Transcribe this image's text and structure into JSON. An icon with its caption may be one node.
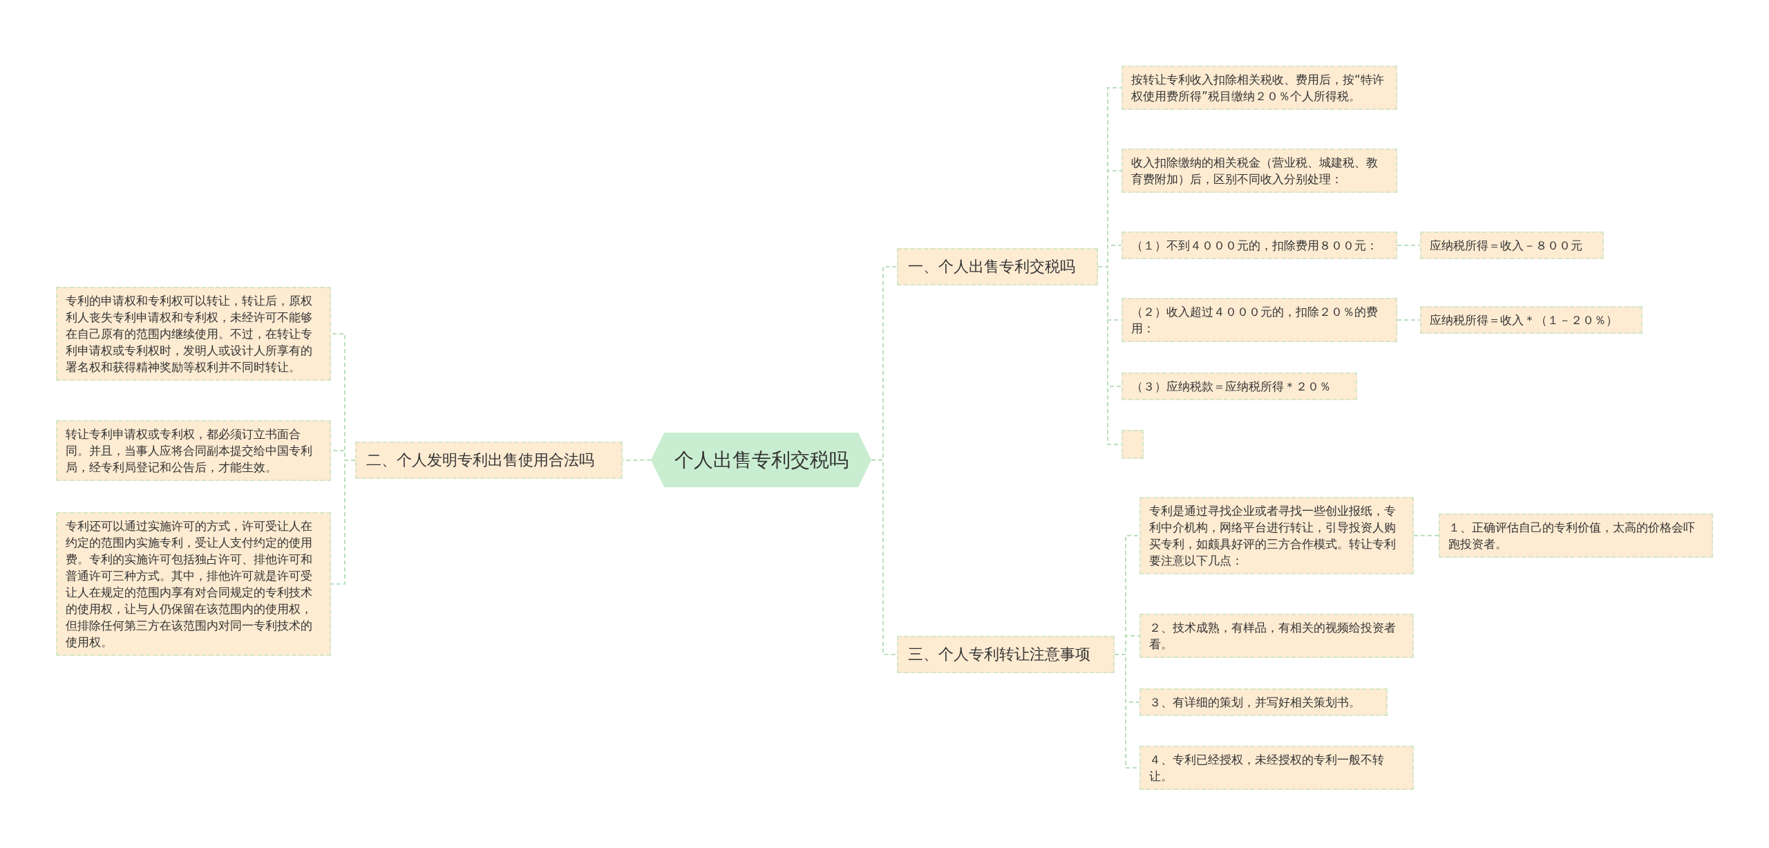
{
  "diagram": {
    "nodes": [
      {
        "text": [
          "个人出售专利交税吗"
        ]
      },
      {
        "text": [
          "一、个人出售专利交税吗"
        ]
      },
      {
        "text": [
          "按转让专利收入扣除相关税收、费用后，按“特许权使用费所得”税目缴纳２０％个人所得税。"
        ]
      },
      {
        "text": [
          "收入扣除缴纳的相关税金（营业税、城建税、教育费附加）后，区别不同收入分别处理："
        ]
      },
      {
        "text": [
          "（１）不到４０００元的，扣除费用８００元："
        ]
      },
      {
        "text": [
          "应纳税所得＝收入－８００元"
        ]
      },
      {
        "text": [
          "（２）收入超过４０００元的，扣除２０％的费用："
        ]
      },
      {
        "text": [
          "应纳税所得＝收入＊（１－２０％）"
        ]
      },
      {
        "text": [
          "（３）应纳税款＝应纳税所得＊２０％"
        ]
      },
      {
        "text": [],
        "shape": "box"
      },
      {
        "text": [
          "二、个人发明专利出售使用合法吗"
        ]
      },
      {
        "text": [
          "专利的申请权和专利权可以转让，转让后，原权利人丧失专利申请权和专利权，未经许可不能够在自己原有的范围内继续使用。不过，在转让专利申请权或专利权时，发明人或设计人所享有的署名权和获得精神奖励等权利并不同时转让。"
        ]
      },
      {
        "text": [
          "转让专利申请权或专利权，都必须订立书面合同。并且，当事人应将合同副本提交给中国专利局，经专利局登记和公告后，才能生效。"
        ]
      },
      {
        "text": [
          "专利还可以通过实施许可的方式，许可受让人在约定的范围内实施专利，受让人支付约定的使用费。专利的实施许可包括独占许可、排他许可和普通许可三种方式。其中，排他许可就是许可受让人在规定的范围内享有对合同规定的专利技术的使用权，让与人仍保留在该范围内的使用权，但排除任何第三方在该范围内对同一专利技术的使用权。"
        ]
      },
      {
        "text": [
          "三、个人专利转让注意事项"
        ]
      },
      {
        "text": [
          "专利是通过寻找企业或者寻找一些创业报纸，专利中介机构，网络平台进行转让，引导投资人购买专利，如颇具好评的三方合作模式。转让专利要注意以下几点："
        ]
      },
      {
        "text": [
          "１、正确评估自己的专利价值，太高的价格会吓跑投资者。"
        ]
      },
      {
        "text": [
          "２、技术成熟，有样品，有相关的视频给投资者看。"
        ]
      },
      {
        "text": [
          "３、有详细的策划，并写好相关策划书。"
        ]
      },
      {
        "text": [
          "４、专利已经授权，未经授权的专利一般不转让。"
        ]
      }
    ],
    "edges": [
      {
        "from": 0,
        "to": 1,
        "arrow": "none"
      },
      {
        "from": 1,
        "to": 2,
        "arrow": "none"
      },
      {
        "from": 1,
        "to": 3,
        "arrow": "none"
      },
      {
        "from": 1,
        "to": 4,
        "arrow": "none"
      },
      {
        "from": 4,
        "to": 5,
        "arrow": "none"
      },
      {
        "from": 1,
        "to": 6,
        "arrow": "none"
      },
      {
        "from": 6,
        "to": 7,
        "arrow": "none"
      },
      {
        "from": 1,
        "to": 8,
        "arrow": "none"
      },
      {
        "from": 1,
        "to": 9,
        "arrow": "none"
      },
      {
        "from": 0,
        "to": 10,
        "arrow": "none"
      },
      {
        "from": 10,
        "to": 11,
        "arrow": "none"
      },
      {
        "from": 10,
        "to": 12,
        "arrow": "none"
      },
      {
        "from": 10,
        "to": 13,
        "arrow": "none"
      },
      {
        "from": 0,
        "to": 14,
        "arrow": "none"
      },
      {
        "from": 14,
        "to": 15,
        "arrow": "none"
      },
      {
        "from": 15,
        "to": 16,
        "arrow": "none"
      },
      {
        "from": 14,
        "to": 17,
        "arrow": "none"
      },
      {
        "from": 14,
        "to": 18,
        "arrow": "none"
      },
      {
        "from": 14,
        "to": 19,
        "arrow": "none"
      }
    ]
  }
}
